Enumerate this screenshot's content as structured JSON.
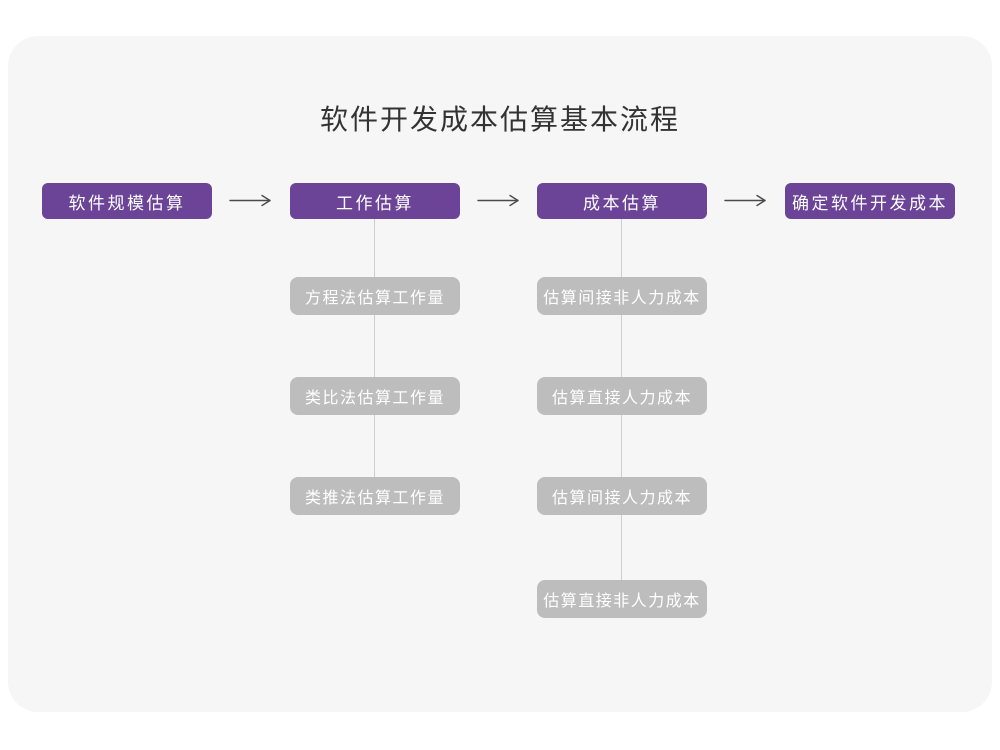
{
  "page": {
    "title": "软件开发成本估算基本流程"
  },
  "colors": {
    "page_bg": "#FFFFFF",
    "card_bg": "#F6F6F7",
    "primary_node": "#6B4397",
    "secondary_node": "#BDBDBD",
    "node_text": "#FFFFFF",
    "title_text": "#333333",
    "arrow": "#4A4A4A",
    "connector_line": "#CDCDCD"
  },
  "flow": {
    "main_steps": [
      {
        "label": "软件规模估算"
      },
      {
        "label": "工作估算"
      },
      {
        "label": "成本估算"
      },
      {
        "label": "确定软件开发成本"
      }
    ],
    "work_estimation_methods": [
      {
        "label": "方程法估算工作量"
      },
      {
        "label": "类比法估算工作量"
      },
      {
        "label": "类推法估算工作量"
      }
    ],
    "cost_estimation_steps": [
      {
        "label": "估算间接非人力成本"
      },
      {
        "label": "估算直接人力成本"
      },
      {
        "label": "估算间接人力成本"
      },
      {
        "label": "估算直接非人力成本"
      }
    ],
    "icons": {
      "arrow": "right-arrow-icon"
    }
  }
}
